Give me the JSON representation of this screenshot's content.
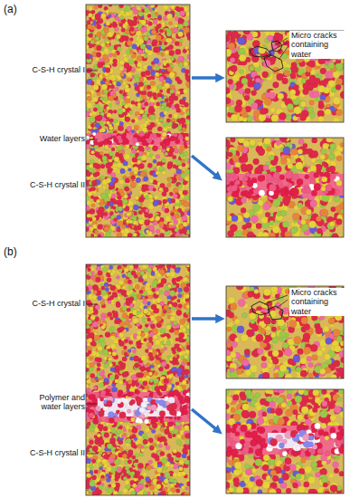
{
  "diagram": {
    "labels": [
      "(a)",
      "Micro cracks containing water",
      "C-S-H crystal I",
      "Water layers",
      "C-S-H crystal II",
      "(b)",
      "Micro cracks containing water",
      "C-S-H crystal I",
      "Polymer and water layers",
      "C-S-H crystal II"
    ]
  }
}
